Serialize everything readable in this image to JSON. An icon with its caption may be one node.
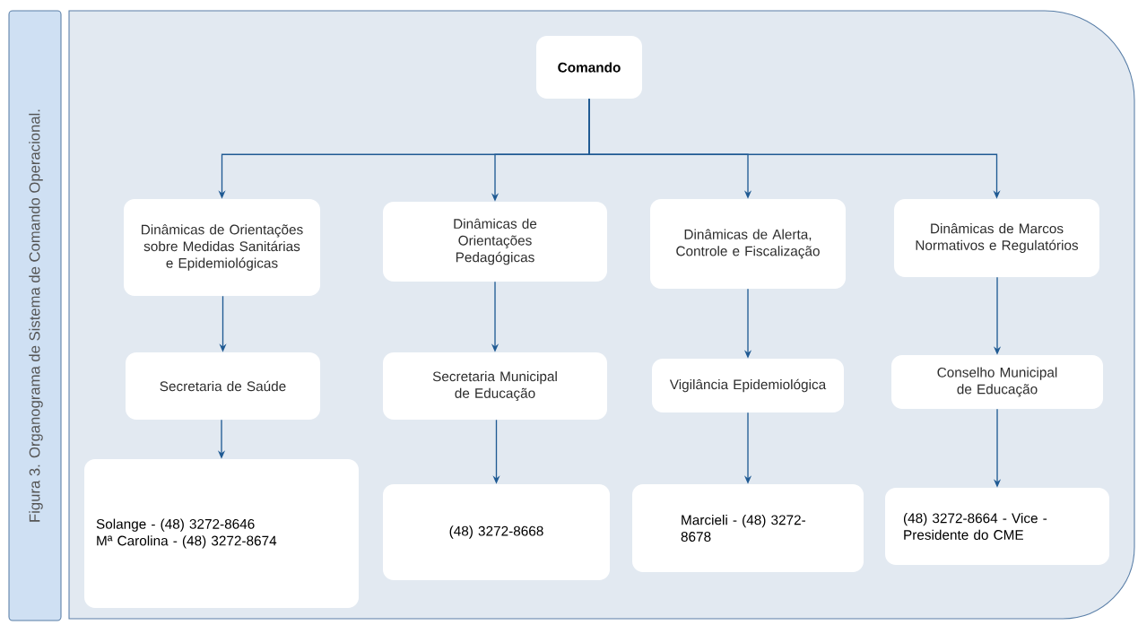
{
  "diagram": {
    "caption": "Figura 3. Organograma de Sistema de Comando Operacional.",
    "nodes": [
      {
        "text": [
          "Comando"
        ]
      },
      {
        "text": [
          "Dinâmicas de Orientações sobre Medidas Sanitárias e Epidemiológicas"
        ]
      },
      {
        "text": [
          "Dinâmicas de Orientações Pedagógicas"
        ]
      },
      {
        "text": [
          "Dinâmicas de Alerta, Controle e Fiscalização"
        ]
      },
      {
        "text": [
          "Dinâmicas de Marcos Normativos e Regulatórios"
        ]
      },
      {
        "text": [
          "Secretaria de Saúde"
        ]
      },
      {
        "text": [
          "Secretaria Municipal de Educação"
        ]
      },
      {
        "text": [
          "Vigilância Epidemiológica"
        ]
      },
      {
        "text": [
          "Conselho Municipal de Educação"
        ]
      },
      {
        "text": [
          "Solange - (48) 3272-8646",
          "Mª Carolina - (48) 3272-8674"
        ]
      },
      {
        "text": [
          "(48) 3272-8668"
        ]
      },
      {
        "text": [
          "Marcieli - (48) 3272-8678"
        ]
      },
      {
        "text": [
          "(48) 3272-8664 - Vice - Presidente do CME"
        ]
      }
    ],
    "edges": [
      {
        "from": 0,
        "to": 1,
        "arrow": "to"
      },
      {
        "from": 0,
        "to": 2,
        "arrow": "to"
      },
      {
        "from": 0,
        "to": 3,
        "arrow": "to"
      },
      {
        "from": 0,
        "to": 4,
        "arrow": "to"
      },
      {
        "from": 1,
        "to": 5,
        "arrow": "to"
      },
      {
        "from": 2,
        "to": 6,
        "arrow": "to"
      },
      {
        "from": 3,
        "to": 7,
        "arrow": "to"
      },
      {
        "from": 4,
        "to": 8,
        "arrow": "to"
      },
      {
        "from": 5,
        "to": 9,
        "arrow": "to"
      },
      {
        "from": 6,
        "to": 10,
        "arrow": "to"
      },
      {
        "from": 7,
        "to": 11,
        "arrow": "to"
      },
      {
        "from": 8,
        "to": 12,
        "arrow": "to"
      }
    ]
  }
}
